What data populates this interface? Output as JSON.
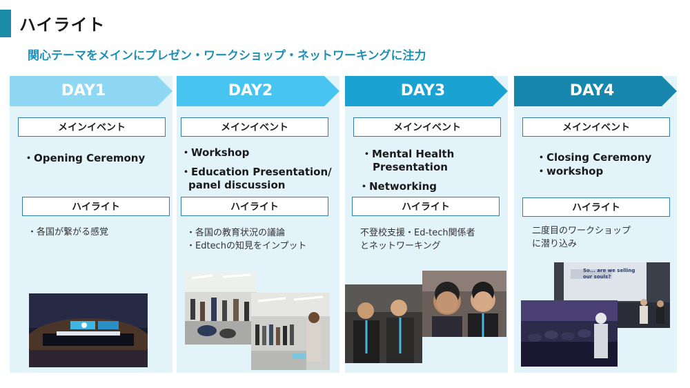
{
  "page": {
    "title": "ハイライト",
    "subtitle": "関心テーマをメインにプレゼン・ワークショップ・ネットワーキングに注力"
  },
  "colors": {
    "title_bar": "#1a8aa8",
    "subtitle": "#1e8fb5",
    "panel_bg": "#e3f3fa",
    "day1": "#8fd8f3",
    "day2": "#47c4ef",
    "day3": "#1aa3d2",
    "day4": "#1787ad"
  },
  "days": [
    {
      "label": "DAY1",
      "main_event_header": "メインイベント",
      "events": [
        "・Opening Ceremony"
      ],
      "highlight_header": "ハイライト",
      "highlights": [
        "・各国が繋がる感覚"
      ]
    },
    {
      "label": "DAY2",
      "main_event_header": "メインイベント",
      "events": [
        "・Workshop",
        "・Education Presentation/",
        "panel discussion"
      ],
      "highlight_header": "ハイライト",
      "highlights": [
        "・各国の教育状況の議論",
        "・Edtechの知見をインプット"
      ]
    },
    {
      "label": "DAY3",
      "main_event_header": "メインイベント",
      "events": [
        "・Mental Health",
        "Presentation",
        "・Networking"
      ],
      "highlight_header": "ハイライト",
      "highlights": [
        "不登校支援・Ed-tech関係者",
        "とネットワーキング"
      ]
    },
    {
      "label": "DAY4",
      "main_event_header": "メインイベント",
      "events": [
        "・Closing Ceremony",
        "・workshop"
      ],
      "highlight_header": "ハイライト",
      "highlights": [
        "二度目のワークショップ",
        "に潜り込み"
      ]
    }
  ],
  "photos": {
    "day4_slide_text": "So... are we selling our souls?"
  }
}
